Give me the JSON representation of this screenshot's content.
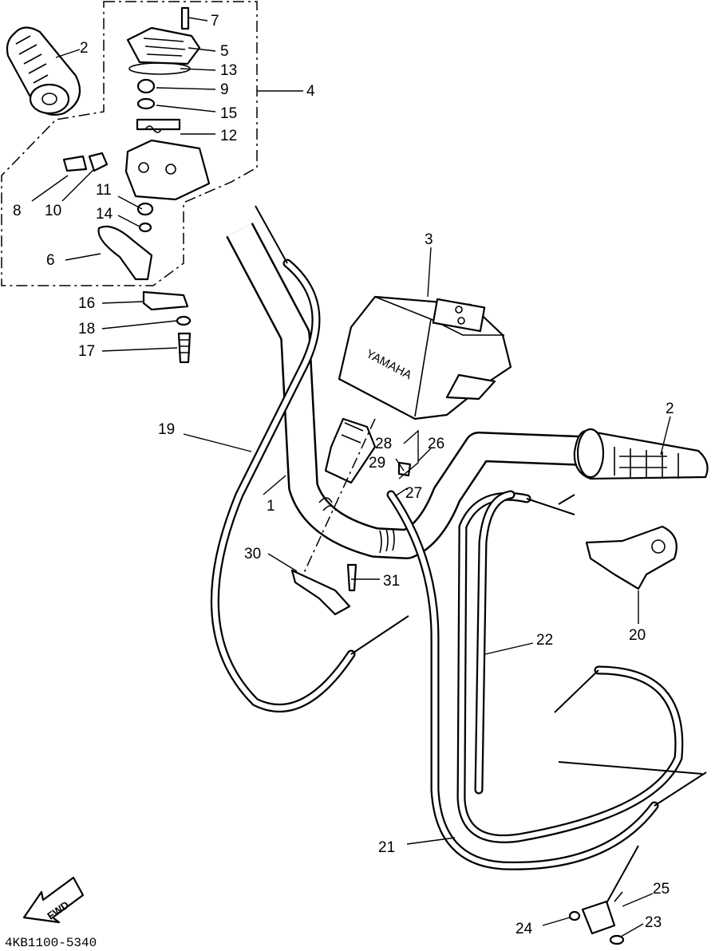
{
  "diagram_code": "4KB1100-5340",
  "brand_text": "YAMAHA",
  "direction_arrow_text": "FWD",
  "callouts": {
    "c1": "1",
    "c2a": "2",
    "c2b": "2",
    "c3": "3",
    "c4": "4",
    "c5": "5",
    "c6": "6",
    "c7": "7",
    "c8": "8",
    "c9": "9",
    "c10": "10",
    "c11": "11",
    "c12": "12",
    "c13": "13",
    "c14": "14",
    "c15": "15",
    "c16": "16",
    "c17": "17",
    "c18": "18",
    "c19": "19",
    "c20": "20",
    "c21": "21",
    "c22": "22",
    "c23": "23",
    "c24": "24",
    "c25": "25",
    "c26": "26",
    "c27": "27",
    "c28": "28",
    "c29": "29",
    "c30": "30",
    "c31": "31"
  }
}
